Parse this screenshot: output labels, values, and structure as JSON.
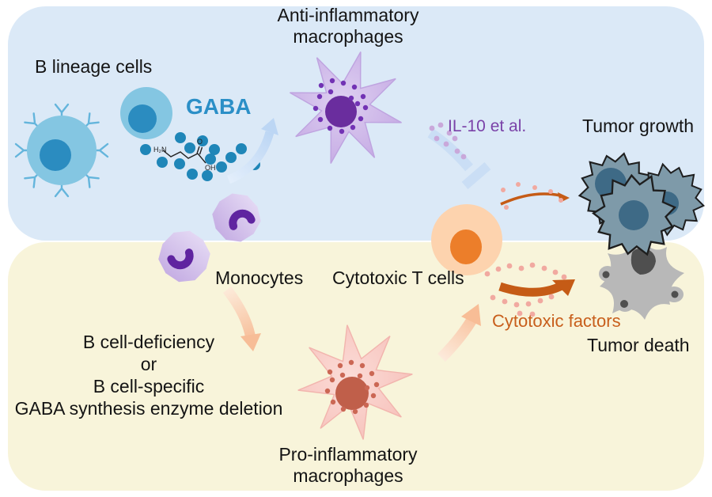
{
  "labels": {
    "b_lineage_cells": "B lineage cells",
    "gaba": "GABA",
    "anti_mac_line1": "Anti-inflammatory",
    "anti_mac_line2": "macrophages",
    "il10": "IL-10 et al.",
    "tumor_growth": "Tumor growth",
    "monocytes": "Monocytes",
    "cytotoxic_t": "Cytotoxic T cells",
    "deficiency_line1": "B cell-deficiency",
    "deficiency_line2": "or",
    "deficiency_line3": "B cell-specific",
    "deficiency_line4": "GABA synthesis enzyme deletion",
    "pro_mac_line1": "Pro-inflammatory",
    "pro_mac_line2": "macrophages",
    "cytotoxic_factors": "Cytotoxic factors",
    "tumor_death": "Tumor death"
  },
  "molecule": {
    "h2n": "H₂N",
    "o": "O",
    "oh": "OH"
  },
  "colors": {
    "panel_top": "#dbe9f7",
    "panel_bottom": "#f8f4da",
    "gaba_text": "#2b8fc7",
    "il10_text": "#7a42a8",
    "cytotoxic_factors_text": "#c85e1b",
    "b_cell": "#84c6e2",
    "b_cell_nucleus": "#2b8cc0",
    "gaba_dot": "#1f86b8",
    "anti_inflammatory_macrophage": "#c9b2e6",
    "anti_mac_nucleus": "#6a2d9e",
    "monocyte": "#cdb7e8",
    "monocyte_nucleus": "#5f24a0",
    "pro_inflammatory_macrophage": "#f8c9c3",
    "pro_mac_nucleus": "#c05f4a",
    "t_cell": "#fdd3ae",
    "t_cell_nucleus": "#ec7e2a",
    "tumor_cell": "#7e9aa9",
    "tumor_nucleus": "#3e6a86",
    "dead_tumor": "#b8b8b8",
    "dead_tumor_nucleus": "#4f4f4f",
    "orange_arrow": "#c55b16",
    "blue_arrow": "#c3d9f3",
    "peach_arrow": "#f8bd96",
    "pink_dot": "#f1a9a0",
    "lavender_dot": "#c9a8da"
  }
}
